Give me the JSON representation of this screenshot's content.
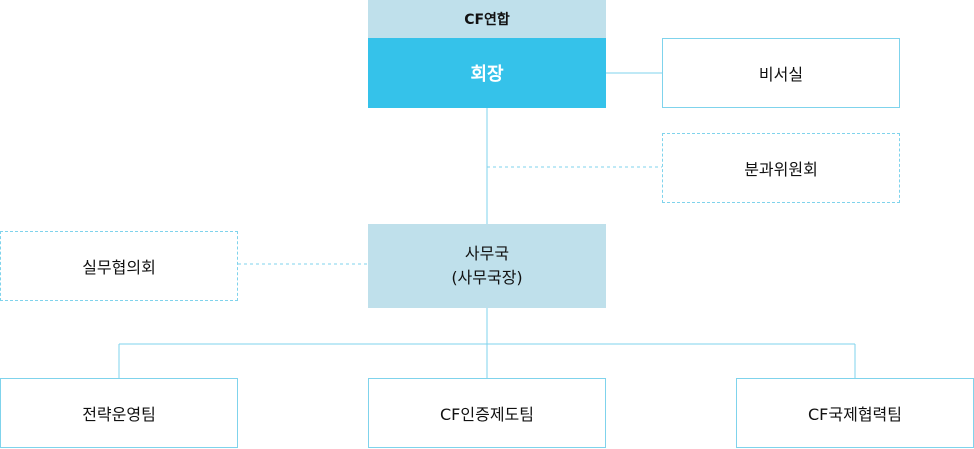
{
  "org": {
    "header": "CF연합",
    "ceo": "회장",
    "secretary": "비서실",
    "committee": "분과위원회",
    "council": "실무협의회",
    "office": {
      "line1": "사무국",
      "line2": "(사무국장)"
    },
    "teams": [
      "전략운영팀",
      "CF인증제도팀",
      "CF국제협력팀"
    ]
  },
  "colors": {
    "accent": "#35c2ea",
    "light": "#bfe0eb",
    "line": "#7fd3ec"
  }
}
